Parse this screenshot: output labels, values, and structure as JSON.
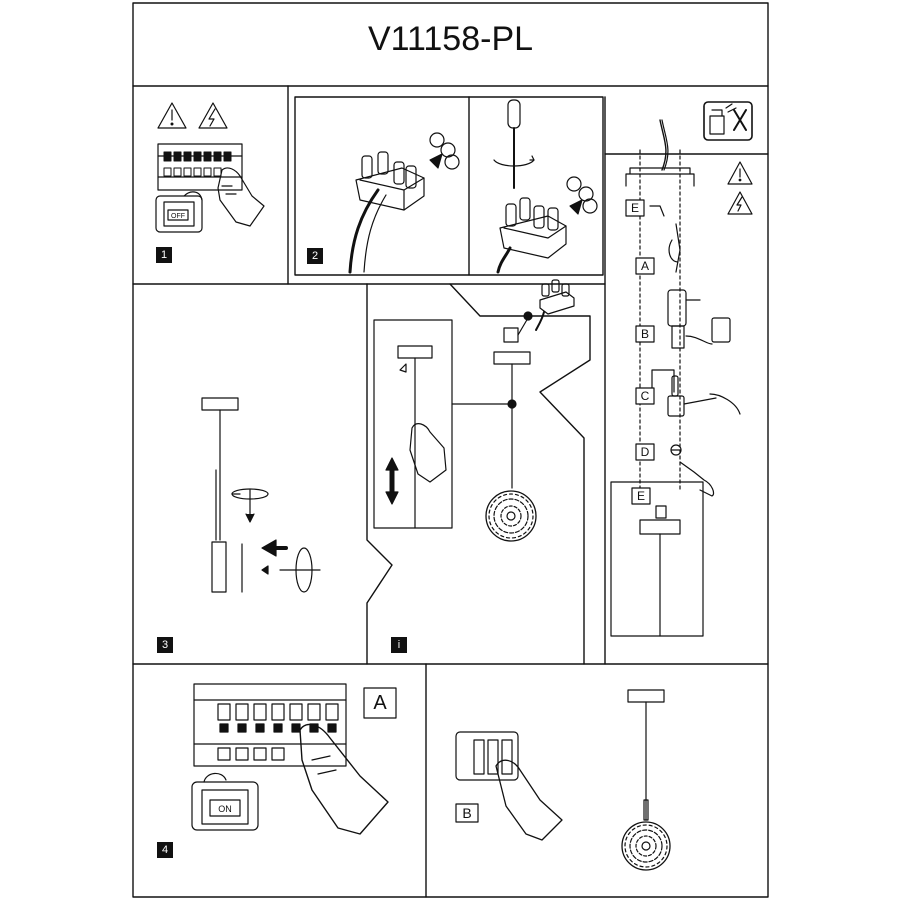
{
  "title": "V11158-PL",
  "steps": {
    "step1": "1",
    "step2": "2",
    "step3": "3",
    "info": "i",
    "step4": "4"
  },
  "labels": {
    "off_switch": "OFF",
    "on_switch": "ON",
    "letter_a": "A",
    "letter_b": "B",
    "letter_c": "C",
    "letter_d": "D",
    "letter_e": "E",
    "letter_e_lower": "E",
    "box_a_step4": "A",
    "box_b_step4": "B"
  },
  "icons": {
    "warning_icon": "caution-triangle-icon",
    "electric_icon": "high-voltage-icon",
    "no_spray_icon": "no-cleaning-spray-icon"
  },
  "colors": {
    "line": "#111111",
    "background": "#ffffff"
  }
}
